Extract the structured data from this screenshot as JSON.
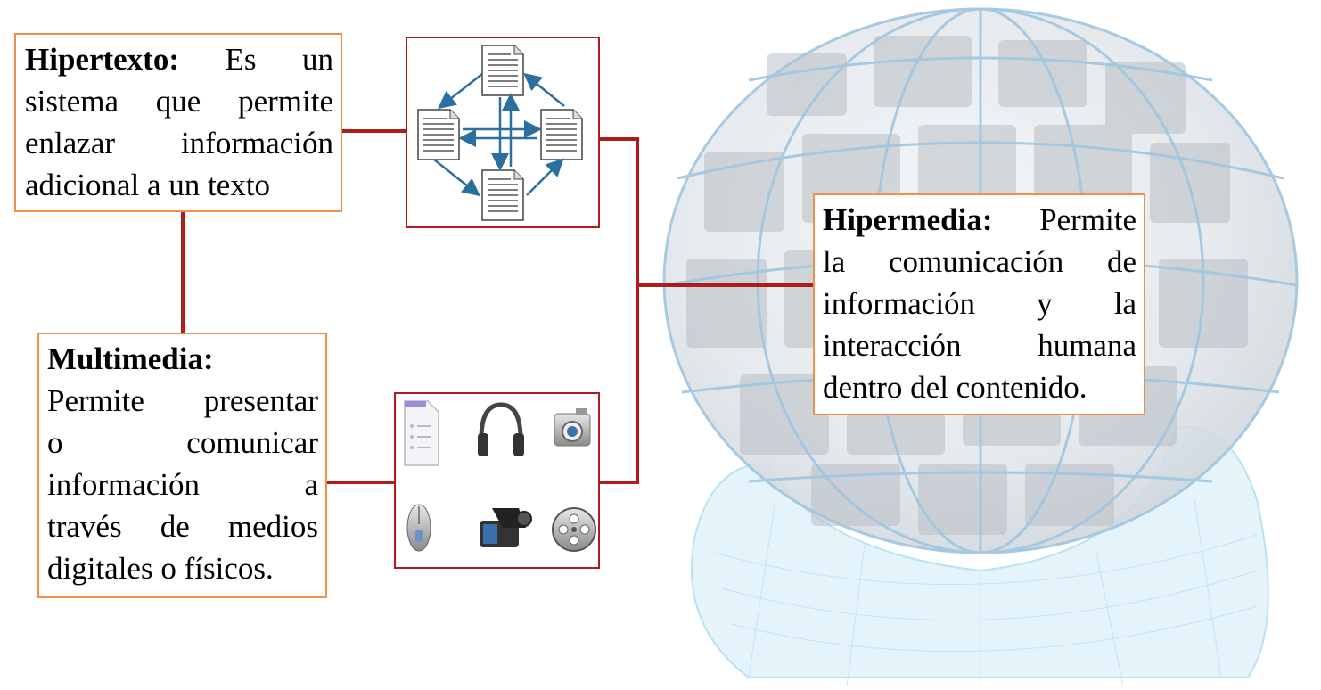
{
  "hipertexto": {
    "term": "Hipertexto:",
    "lines": [
      "Es un",
      "sistema que permite",
      "enlazar información",
      "adicional a un texto"
    ]
  },
  "multimedia": {
    "term": "Multimedia:",
    "lines": [
      "Permite presentar",
      "o comunicar",
      "información a",
      "través de medios",
      "digitales o físicos."
    ]
  },
  "hipermedia": {
    "term": "Hipermedia:",
    "lines": [
      "Permite",
      "la comunicación de",
      "información y la",
      "interacción humana",
      "dentro del contenido."
    ]
  },
  "media_icons": [
    "document-icon",
    "headphones-icon",
    "camera-icon",
    "mouse-icon",
    "video-camera-icon",
    "film-reel-icon"
  ],
  "colors": {
    "box_border": "#f0904a",
    "connector": "#b01c1c",
    "arrow": "#2a6f9e"
  }
}
